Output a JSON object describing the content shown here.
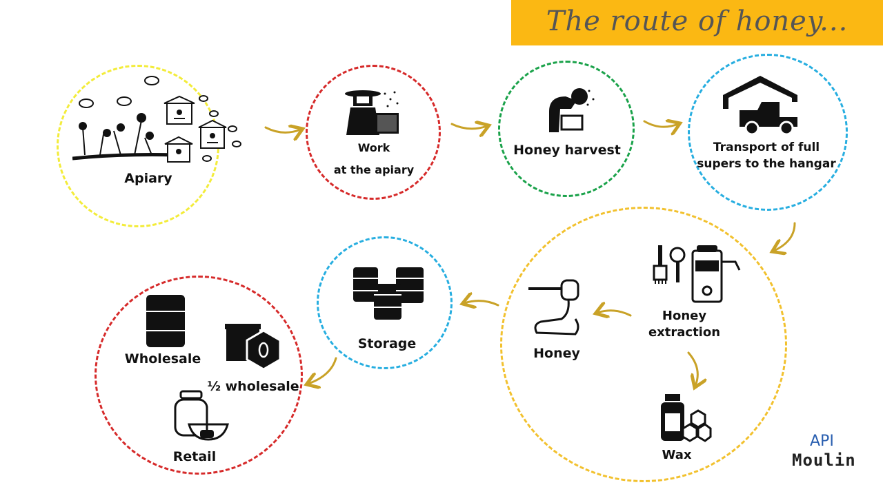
{
  "title": "The route of honey...",
  "stages": {
    "apiary": "Apiary",
    "work_line1": "Work",
    "work_line2": "at the apiary",
    "harvest": "Honey harvest",
    "transport_line1": "Transport of full",
    "transport_line2": "supers to the hangar",
    "extraction_line1": "Honey",
    "extraction_line2": "extraction",
    "honey": "Honey",
    "wax": "Wax",
    "storage": "Storage",
    "wholesale": "Wholesale",
    "half_wholesale": "½ wholesale",
    "retail": "Retail"
  },
  "logo": {
    "line1": "API",
    "line2": "Moulin"
  },
  "colors": {
    "banner": "#fbb813",
    "apiary_border": "#f3ec3a",
    "work_border": "#d62a2a",
    "harvest_border": "#1aa24a",
    "transport_border": "#27aee0",
    "extraction_border": "#f2c12e",
    "storage_border": "#27aee0",
    "sales_border": "#d62a2a",
    "arrow": "#c9a227"
  }
}
